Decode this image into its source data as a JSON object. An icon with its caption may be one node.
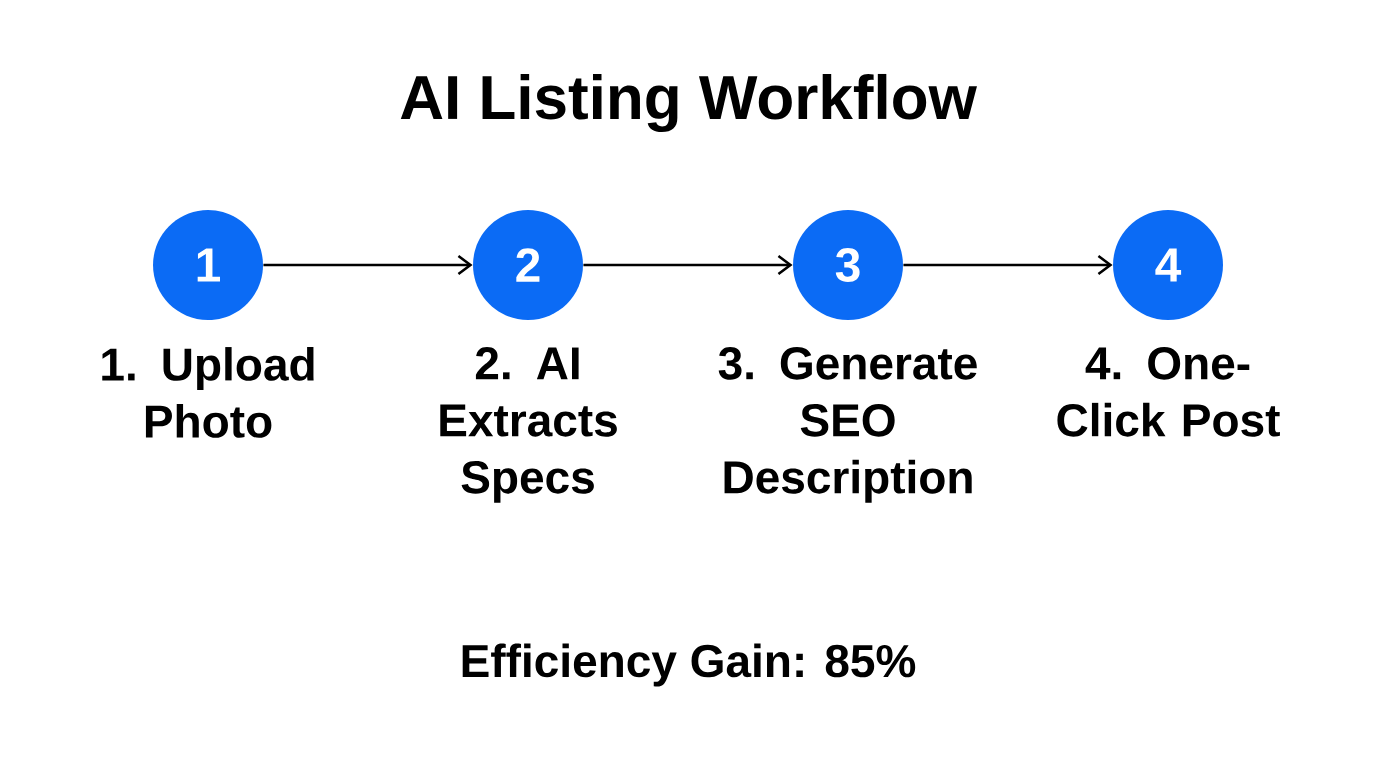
{
  "diagram": {
    "title": "AI Listing Workflow",
    "nodes": [
      {
        "text": [
          "1"
        ],
        "beside": [
          "1. Upload Photo"
        ]
      },
      {
        "text": [
          "2"
        ],
        "beside": [
          "2. AI Extracts Specs"
        ]
      },
      {
        "text": [
          "3"
        ],
        "beside": [
          "3. Generate SEO Description"
        ]
      },
      {
        "text": [
          "4"
        ],
        "beside": [
          "4. One-Click Post"
        ]
      }
    ],
    "edges": [
      {
        "from": 0,
        "to": 1,
        "arrow": "to"
      },
      {
        "from": 1,
        "to": 2,
        "arrow": "to"
      },
      {
        "from": 2,
        "to": 3,
        "arrow": "to"
      }
    ],
    "labels": [
      "Efficiency Gain: 85%"
    ]
  }
}
